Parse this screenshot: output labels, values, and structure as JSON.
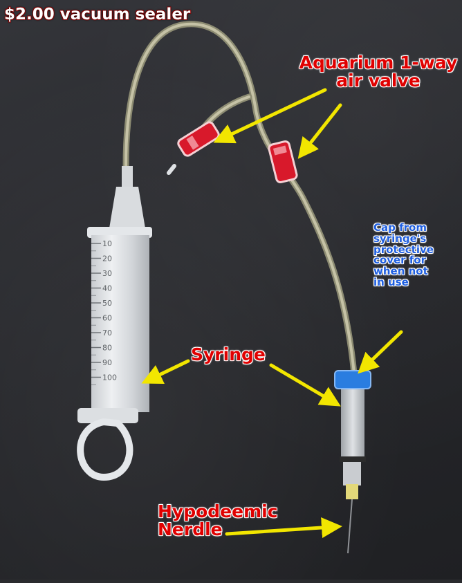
{
  "title": "$2.00 vacuum sealer",
  "labels": {
    "valve_line1": "Aquarium 1-way",
    "valve_line2": "air valve",
    "syringe": "Syringe",
    "needle_line1": "Hypodeemic",
    "needle_line2": "Nerdle",
    "cap_line1": "Cap from",
    "cap_line2": "syringe's",
    "cap_line3": "protective",
    "cap_line4": "cover  for",
    "cap_line5": "when not",
    "cap_line6": "in use"
  },
  "syringe_scale": [
    "10",
    "20",
    "30",
    "40",
    "50",
    "60",
    "70",
    "80",
    "90",
    "100"
  ],
  "colors": {
    "label_red": "#e00000",
    "label_blue": "#1f5fe0",
    "arrow_yellow": "#f2e600",
    "valve_red": "#d8192b",
    "cap_blue": "#2a7de0"
  }
}
